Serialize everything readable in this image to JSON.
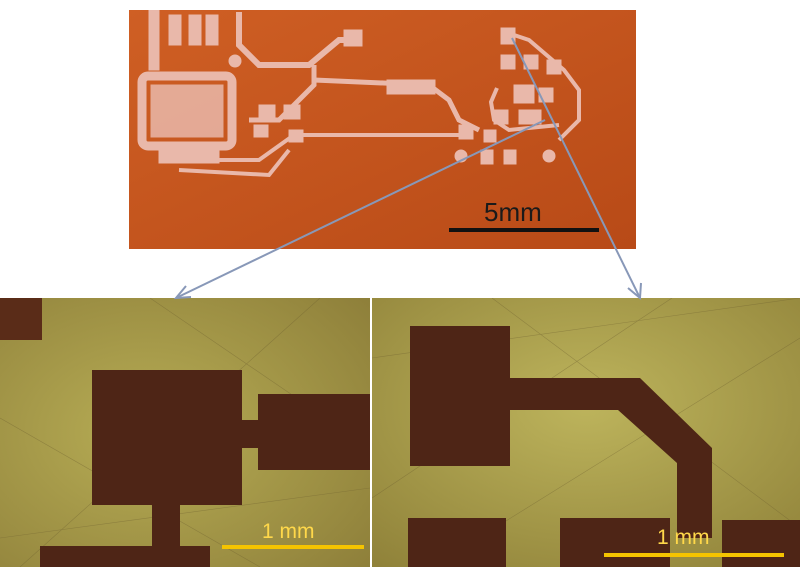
{
  "scale_bars": {
    "top_label": "5mm",
    "bottom_left_label": "1 mm",
    "bottom_right_label": "1 mm"
  },
  "colors": {
    "substrate": "#c7571f",
    "trace": "#e8b5a8",
    "micro_background": "#a8a049",
    "micro_pad": "#4a2417",
    "scale_bar_yellow": "#f5c400",
    "arrow": "#8898b8"
  }
}
